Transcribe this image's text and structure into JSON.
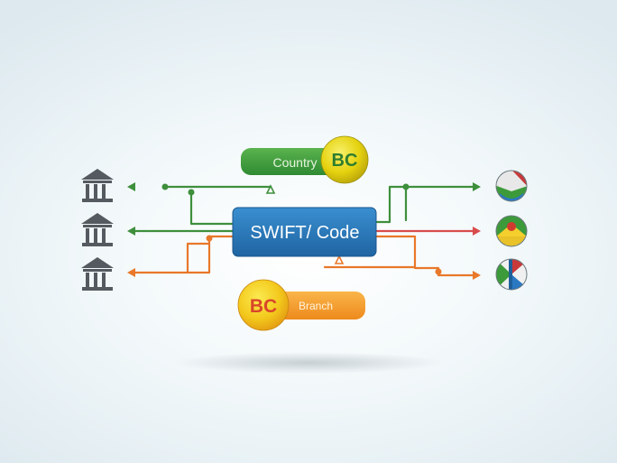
{
  "center_node": {
    "label": "SWIFT/ Code",
    "color": "#2a79b8"
  },
  "country_pill": {
    "label": "Country",
    "badge": "BC",
    "color": "#3e9b3c"
  },
  "branch_pill": {
    "label": "Branch",
    "badge": "BC",
    "color": "#f29a24"
  },
  "banks": [
    {
      "name": "bank-icon",
      "color": "#555a60"
    },
    {
      "name": "bank-icon",
      "color": "#555a60"
    },
    {
      "name": "bank-icon",
      "color": "#555a60"
    }
  ],
  "flags": [
    {
      "name": "flag-globe-icon",
      "colors": [
        "#3d9a3a",
        "#e8e8e8",
        "#c8393a",
        "#2a78c2"
      ]
    },
    {
      "name": "flag-globe-icon",
      "colors": [
        "#3d9a3a",
        "#f4cf2e",
        "#d13b2f"
      ]
    },
    {
      "name": "flag-globe-icon",
      "colors": [
        "#3d9a3a",
        "#2a78c2",
        "#c8393a",
        "#f0f0f0"
      ]
    }
  ],
  "colors": {
    "green": "#3e8f3c",
    "red": "#d94c4c",
    "orange": "#e8782a"
  }
}
